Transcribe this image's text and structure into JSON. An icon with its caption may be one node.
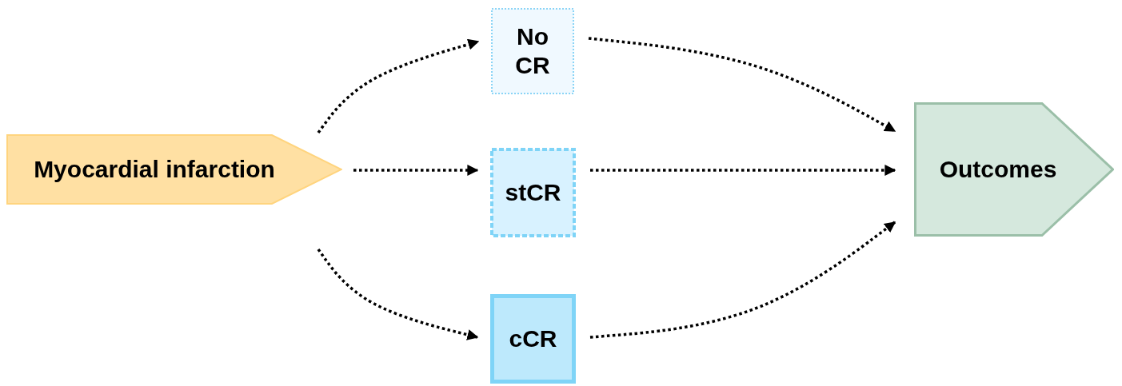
{
  "diagram": {
    "nodes": [
      {
        "text": [
          "Myocardial infarction"
        ]
      },
      {
        "text": [
          "No CR"
        ]
      },
      {
        "text": [
          "stCR"
        ]
      },
      {
        "text": [
          "cCR"
        ]
      },
      {
        "text": [
          "Outcomes"
        ]
      }
    ],
    "edges": [
      {
        "from": 0,
        "to": 1,
        "arrow": "to"
      },
      {
        "from": 0,
        "to": 2,
        "arrow": "to"
      },
      {
        "from": 0,
        "to": 3,
        "arrow": "to"
      },
      {
        "from": 1,
        "to": 4,
        "arrow": "to"
      },
      {
        "from": 2,
        "to": 4,
        "arrow": "to"
      },
      {
        "from": 3,
        "to": 4,
        "arrow": "to"
      }
    ]
  }
}
